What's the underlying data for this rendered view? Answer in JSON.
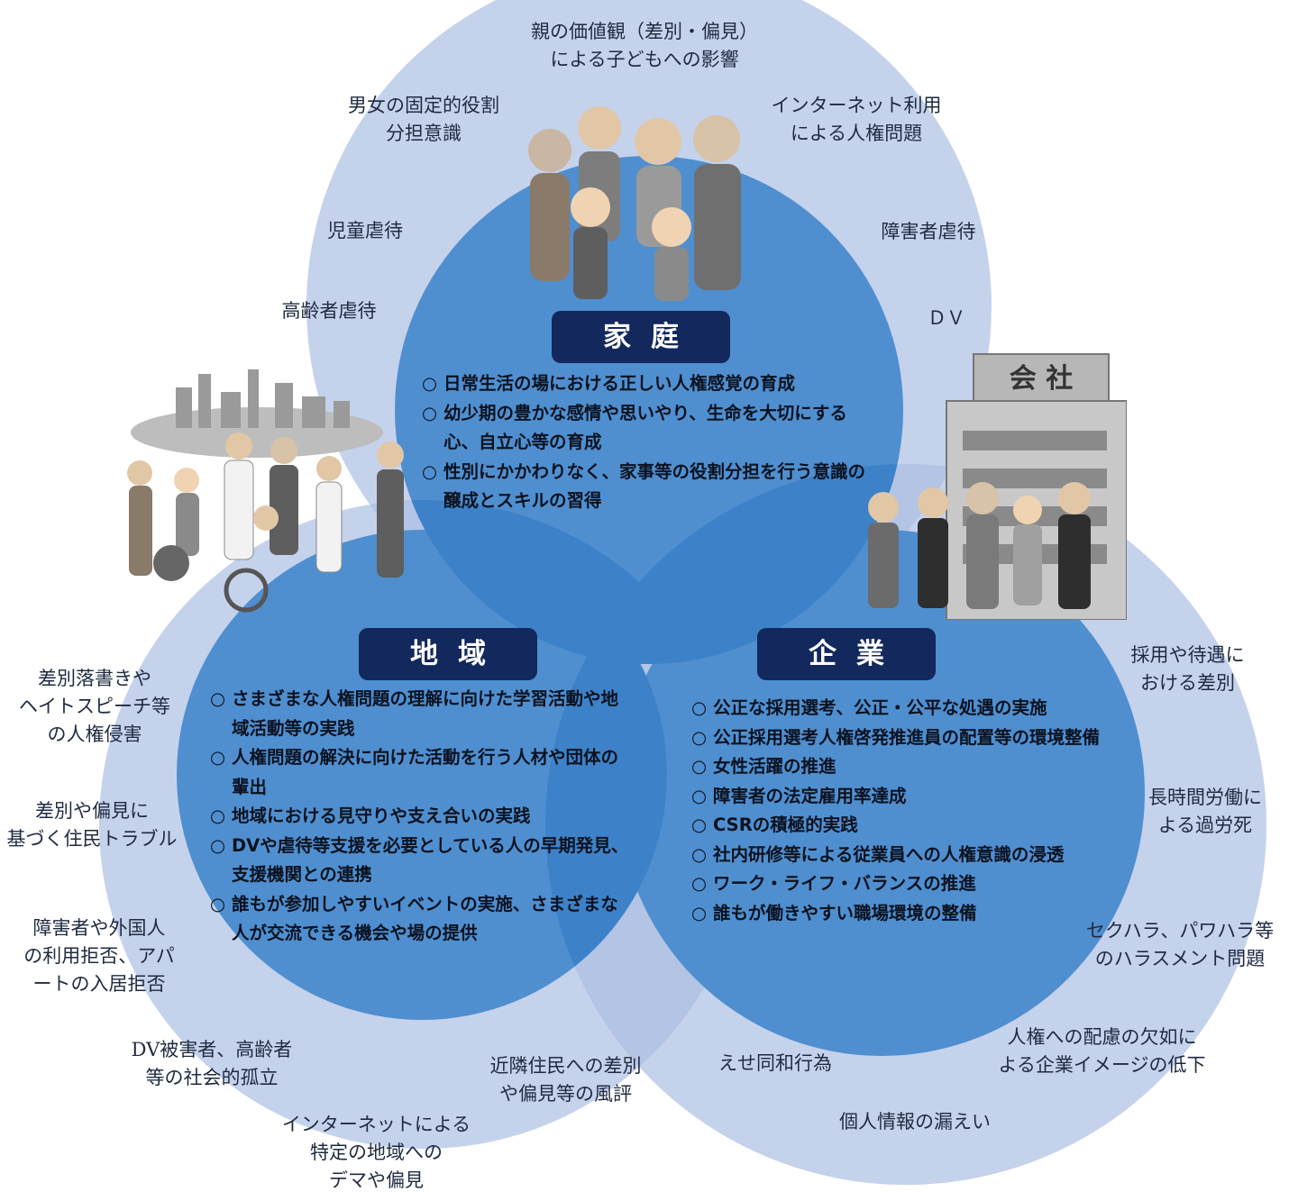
{
  "colors": {
    "outer_circle": "#c5d2ec",
    "inner_circle": "#4f8fcf",
    "overlap": "#2f79c1",
    "heading_bg": "#13285c",
    "label_text": "#1f2a40"
  },
  "sections": {
    "family": {
      "heading": "家庭",
      "items": [
        {
          "mark": "○",
          "text": "日常生活の場における正しい人権感覚の育成"
        },
        {
          "mark": "○",
          "text": "幼少期の豊かな感情や思いやり、生命を大切にする心、自立心等の育成"
        },
        {
          "mark": "○",
          "text": "性別にかかわりなく、家事等の役割分担を行う意識の醸成とスキルの習得"
        }
      ]
    },
    "community": {
      "heading": "地域",
      "items": [
        {
          "mark": "○",
          "text": "さまざまな人権問題の理解に向けた学習活動や地域活動等の実践"
        },
        {
          "mark": "○",
          "text": "人権問題の解決に向けた活動を行う人材や団体の輩出"
        },
        {
          "mark": "○",
          "text": "地域における見守りや支え合いの実践"
        },
        {
          "mark": "○",
          "text": "DVや虐待等支援を必要としている人の早期発見、支援機関との連携"
        },
        {
          "mark": "○",
          "text": "誰もが参加しやすいイベントの実施、さまざまな人が交流できる機会や場の提供"
        }
      ]
    },
    "company": {
      "heading": "企業",
      "sign": "会 社",
      "items": [
        {
          "mark": "○",
          "text": "公正な採用選考、公正・公平な処遇の実施"
        },
        {
          "mark": "○",
          "text": "公正採用選考人権啓発推進員の配置等の環境整備"
        },
        {
          "mark": "○",
          "text": "女性活躍の推進"
        },
        {
          "mark": "○",
          "text": "障害者の法定雇用率達成"
        },
        {
          "mark": "○",
          "text": "CSRの積極的実践"
        },
        {
          "mark": "○",
          "text": "社内研修等による従業員への人権意識の浸透"
        },
        {
          "mark": "○",
          "text": "ワーク・ライフ・バランスの推進"
        },
        {
          "mark": "○",
          "text": "誰もが働きやすい職場環境の整備"
        }
      ]
    }
  },
  "issues": {
    "family": [
      {
        "lines": [
          "親の価値観（差別・偏見）",
          "による子どもへの影響"
        ]
      },
      {
        "lines": [
          "男女の固定的役割",
          "分担意識"
        ]
      },
      {
        "lines": [
          "インターネット利用",
          "による人権問題"
        ]
      },
      {
        "lines": [
          "児童虐待"
        ]
      },
      {
        "lines": [
          "障害者虐待"
        ]
      },
      {
        "lines": [
          "高齢者虐待"
        ]
      },
      {
        "lines": [
          "ＤＶ"
        ]
      }
    ],
    "community": [
      {
        "lines": [
          "差別落書きや",
          "ヘイトスピーチ等",
          "の人権侵害"
        ]
      },
      {
        "lines": [
          "差別や偏見に",
          "基づく住民トラブル"
        ]
      },
      {
        "lines": [
          "障害者や外国人",
          "の利用拒否、アパ",
          "ートの入居拒否"
        ]
      },
      {
        "lines": [
          "DV被害者、高齢者",
          "等の社会的孤立"
        ]
      },
      {
        "lines": [
          "近隣住民への差別",
          "や偏見等の風評"
        ]
      },
      {
        "lines": [
          "インターネットによる",
          "特定の地域への",
          "デマや偏見"
        ]
      }
    ],
    "company": [
      {
        "lines": [
          "採用や待遇に",
          "おける差別"
        ]
      },
      {
        "lines": [
          "長時間労働に",
          "よる過労死"
        ]
      },
      {
        "lines": [
          "セクハラ、パワハラ等",
          "のハラスメント問題"
        ]
      },
      {
        "lines": [
          "人権への配慮の欠如に",
          "よる企業イメージの低下"
        ]
      },
      {
        "lines": [
          "えせ同和行為"
        ]
      },
      {
        "lines": [
          "個人情報の漏えい"
        ]
      }
    ]
  }
}
